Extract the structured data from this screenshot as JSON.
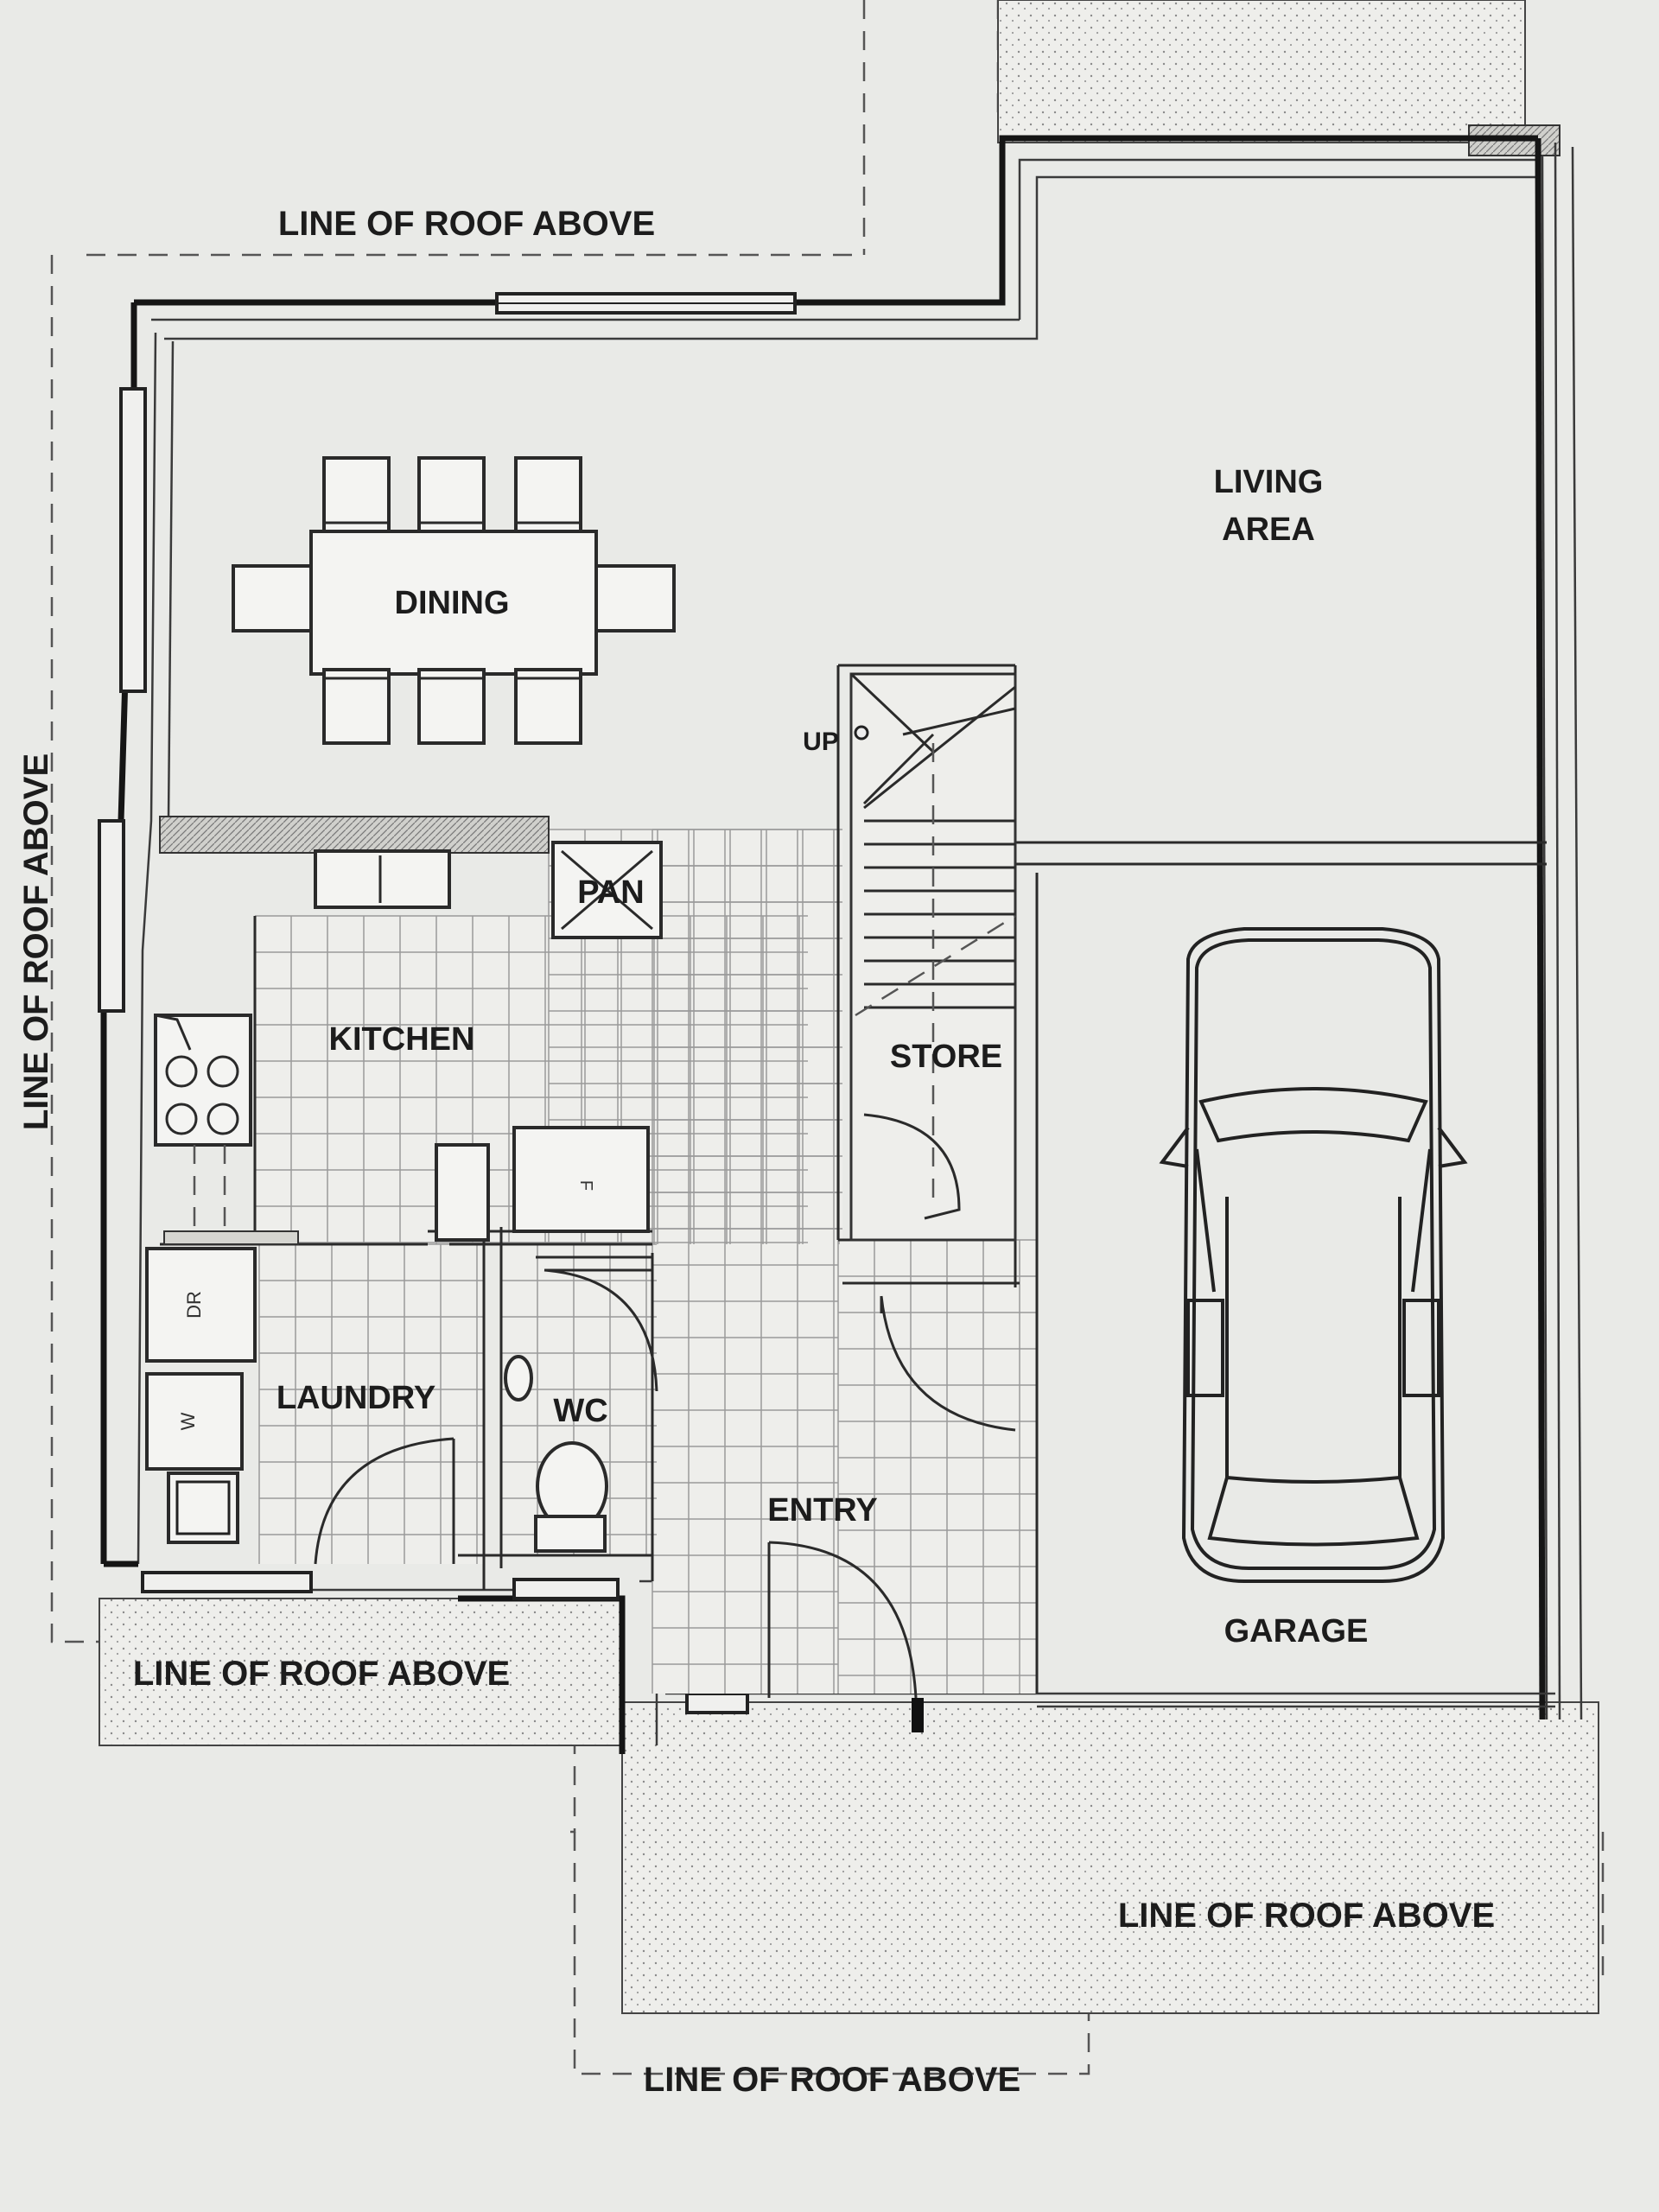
{
  "rooms": {
    "living": [
      "LIVING",
      "AREA"
    ],
    "dining": "DINING",
    "kitchen": "KITCHEN",
    "pantry": "PAN",
    "store": "STORE",
    "up": "UP",
    "laundry": "LAUNDRY",
    "wc": "WC",
    "entry": "ENTRY",
    "garage": "GARAGE"
  },
  "appliances": {
    "dryer": "DR",
    "washer": "W",
    "fridge": "F"
  },
  "roof_labels": {
    "top": "LINE OF ROOF ABOVE",
    "left": "LINE OF ROOF ABOVE",
    "lower_left": "LINE OF ROOF ABOVE",
    "lower_right": "LINE OF ROOF ABOVE",
    "bottom": "LINE OF ROOF ABOVE"
  }
}
